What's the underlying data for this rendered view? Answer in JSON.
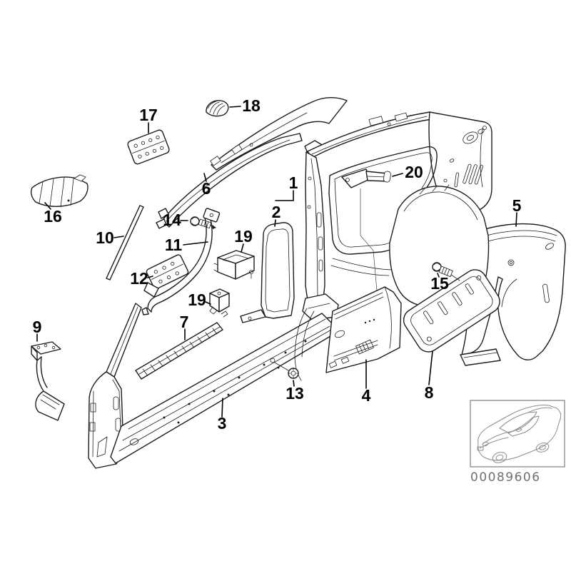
{
  "page": {
    "background": "#ffffff"
  },
  "diagram": {
    "type": "exploded-parts-diagram",
    "part_labels": [
      {
        "id": "callout-1",
        "text": "1"
      },
      {
        "id": "callout-2",
        "text": "2"
      },
      {
        "id": "callout-3",
        "text": "3"
      },
      {
        "id": "callout-4",
        "text": "4"
      },
      {
        "id": "callout-5",
        "text": "5"
      },
      {
        "id": "callout-6",
        "text": "6"
      },
      {
        "id": "callout-7",
        "text": "7"
      },
      {
        "id": "callout-8",
        "text": "8"
      },
      {
        "id": "callout-9",
        "text": "9"
      },
      {
        "id": "callout-10",
        "text": "10"
      },
      {
        "id": "callout-11",
        "text": "11"
      },
      {
        "id": "callout-12",
        "text": "12"
      },
      {
        "id": "callout-13",
        "text": "13"
      },
      {
        "id": "callout-14",
        "text": "14"
      },
      {
        "id": "callout-15",
        "text": "15"
      },
      {
        "id": "callout-16",
        "text": "16"
      },
      {
        "id": "callout-17",
        "text": "17"
      },
      {
        "id": "callout-18",
        "text": "18"
      },
      {
        "id": "callout-19a",
        "text": "19"
      },
      {
        "id": "callout-19b",
        "text": "19"
      },
      {
        "id": "callout-20",
        "text": "20"
      }
    ],
    "thumbnail": {
      "code": "00089606",
      "icon": "car-outline-icon"
    },
    "colors": {
      "line": "#1c1c1c",
      "label": "#000000",
      "thumb_border": "#7d7d7d",
      "thumb_text": "#6f6f6f"
    }
  }
}
